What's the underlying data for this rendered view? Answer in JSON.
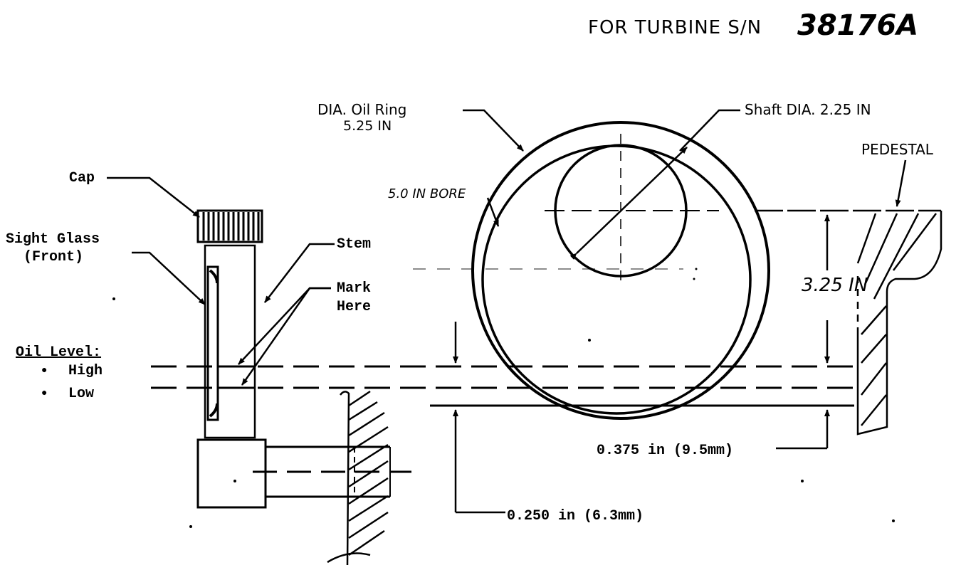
{
  "header": {
    "prefix": "FOR TURBINE S/N",
    "serial": "38176A"
  },
  "sight_glass": {
    "cap": "Cap",
    "sight_glass_line1": "Sight Glass",
    "sight_glass_line2": "(Front)",
    "stem": "Stem",
    "mark_line1": "Mark",
    "mark_line2": "Here",
    "oil_level_title": "Oil Level:",
    "oil_level_high": "High",
    "oil_level_low": "Low",
    "bullet": "●"
  },
  "bearing": {
    "oil_ring_line1": "DIA. Oil Ring",
    "oil_ring_line2": "5.25 IN",
    "shaft_dia": "Shaft DIA. 2.25 IN",
    "bore": "5.0 IN BORE",
    "pedestal": "PEDESTAL",
    "dim_325": "3.25 IN",
    "dim_0375": "0.375 in (9.5mm)",
    "dim_0250": "0.250 in (6.3mm)"
  },
  "colors": {
    "ink": "#000000",
    "paper": "#ffffff"
  }
}
